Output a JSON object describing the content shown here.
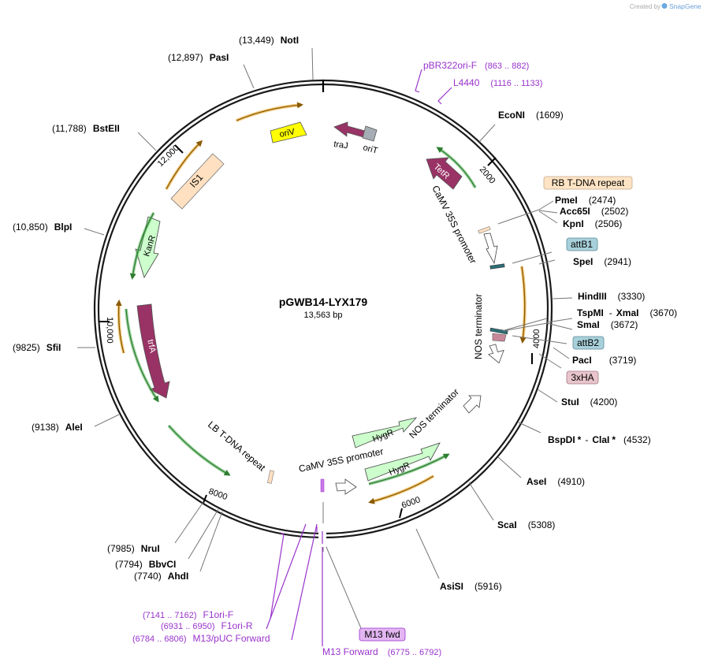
{
  "credit": {
    "prefix": "Created by",
    "brand": "SnapGene"
  },
  "plasmid": {
    "name": "pGWB14-LYX179",
    "size_label": "13,563 bp",
    "length": 13563
  },
  "ticks": [
    "2000",
    "4000",
    "6000",
    "8000",
    "10,000",
    "12,000"
  ],
  "enzymes": [
    {
      "name": "NotI",
      "pos": "(13,449)"
    },
    {
      "name": "PasI",
      "pos": "(12,897)"
    },
    {
      "name": "BstEII",
      "pos": "(11,788)"
    },
    {
      "name": "BlpI",
      "pos": "(10,850)"
    },
    {
      "name": "SfiI",
      "pos": "(9825)"
    },
    {
      "name": "AleI",
      "pos": "(9138)"
    },
    {
      "name": "NruI",
      "pos": "(7985)"
    },
    {
      "name": "BbvCI",
      "pos": "(7794)"
    },
    {
      "name": "AhdI",
      "pos": "(7740)"
    },
    {
      "name": "AsiSI",
      "pos": "(5916)"
    },
    {
      "name": "ScaI",
      "pos": "(5308)"
    },
    {
      "name": "AseI",
      "pos": "(4910)"
    },
    {
      "name": "BspDI",
      "star": "*",
      "sep": "-",
      "name2": "ClaI",
      "star2": "*",
      "pos": "(4532)"
    },
    {
      "name": "StuI",
      "pos": "(4200)"
    },
    {
      "name": "PacI",
      "pos": "(3719)"
    },
    {
      "name": "SmaI",
      "pos": "(3672)"
    },
    {
      "name": "TspMI",
      "sep": "-",
      "name2": "XmaI",
      "pos": "(3670)"
    },
    {
      "name": "HindIII",
      "pos": "(3330)"
    },
    {
      "name": "SpeI",
      "pos": "(2941)"
    },
    {
      "name": "KpnI",
      "pos": "(2506)"
    },
    {
      "name": "Acc65I",
      "pos": "(2502)"
    },
    {
      "name": "PmeI",
      "pos": "(2474)"
    },
    {
      "name": "EcoNI",
      "pos": "(1609)"
    }
  ],
  "primers": [
    {
      "name": "pBR322ori-F",
      "range": "(863 .. 882)"
    },
    {
      "name": "L4440",
      "range": "(1116 .. 1133)"
    },
    {
      "name": "F1ori-F",
      "range": "(7141 .. 7162)"
    },
    {
      "name": "F1ori-R",
      "range": "(6931 .. 6950)"
    },
    {
      "name": "M13/pUC Forward",
      "range": "(6784 .. 6806)"
    },
    {
      "name": "M13 Forward",
      "range": "(6775 .. 6792)"
    }
  ],
  "features": [
    {
      "name": "oriV",
      "kind": "rep_origin",
      "color": "#ffff00"
    },
    {
      "name": "traJ",
      "kind": "cds",
      "color": "#993366"
    },
    {
      "name": "oriT",
      "kind": "origin_of_transfer",
      "color": "#a6acb3"
    },
    {
      "name": "TetR",
      "kind": "cds",
      "color": "#993366"
    },
    {
      "name": "CaMV 35S promoter",
      "kind": "promoter",
      "color": "#ffffff"
    },
    {
      "name": "NOS terminator",
      "kind": "terminator",
      "color": "#ffffff"
    },
    {
      "name": "HygR",
      "kind": "cds",
      "color": "#ccffcc"
    },
    {
      "name": "HygR",
      "kind": "cds",
      "color": "#ccffcc"
    },
    {
      "name": "NOS terminator",
      "kind": "terminator",
      "color": "#ffffff"
    },
    {
      "name": "CaMV 35S promoter",
      "kind": "promoter",
      "color": "#ffffff"
    },
    {
      "name": "LB T-DNA repeat",
      "kind": "repeat",
      "color": "#ffe0c0"
    },
    {
      "name": "trfA",
      "kind": "cds",
      "color": "#993366"
    },
    {
      "name": "KanR",
      "kind": "cds",
      "color": "#ccffcc"
    },
    {
      "name": "IS1",
      "kind": "mobile_element",
      "color": "#ffe0c0"
    }
  ],
  "boxed_labels": [
    {
      "name": "RB T-DNA repeat",
      "color": "#ffe4c4"
    },
    {
      "name": "attB1",
      "color": "#a8d0da"
    },
    {
      "name": "attB2",
      "color": "#a8d0da"
    },
    {
      "name": "3xHA",
      "color": "#e8c4cc"
    },
    {
      "name": "M13 fwd",
      "color": "#e3b6f2"
    }
  ],
  "colors": {
    "backbone": "#1a1a1a",
    "primer": "#9933cc",
    "orf_green": "#33a02c",
    "orf_orange": "#e69a12",
    "cds": "#993366"
  }
}
